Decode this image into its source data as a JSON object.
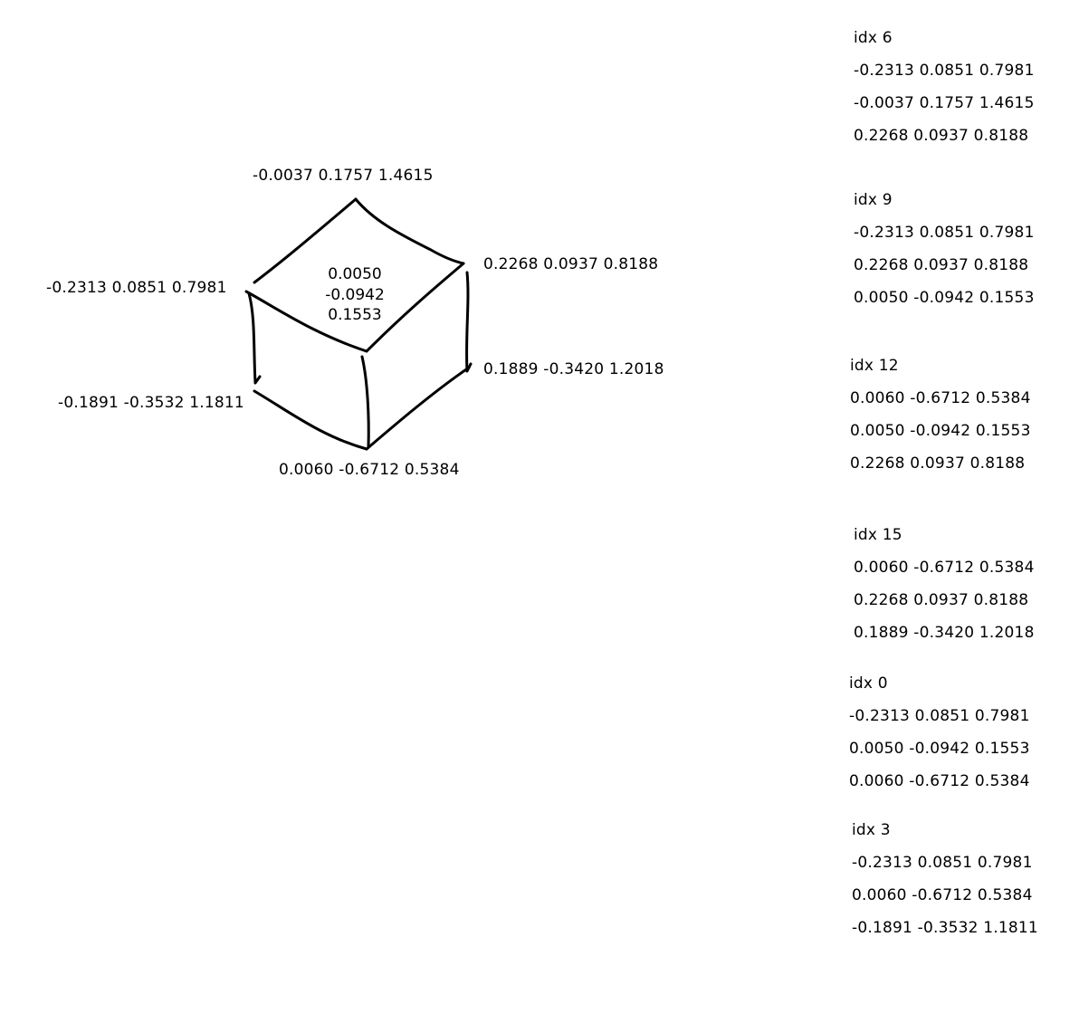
{
  "vertices": {
    "top_back": "-0.0037 0.1757 1.4615",
    "left_top": "-0.2313 0.0851 0.7981",
    "right_top": "0.2268 0.0937 0.8188",
    "right_bottom": "0.1889 -0.3420 1.2018",
    "left_bottom": "-0.1891 -0.3532 1.1811",
    "bottom": "0.0060 -0.6712 0.5384",
    "center": [
      "0.0050",
      "-0.0942",
      "0.1553"
    ]
  },
  "index_groups": [
    {
      "title": "idx 6",
      "rows": [
        "-0.2313 0.0851 0.7981",
        "-0.0037 0.1757 1.4615",
        "0.2268 0.0937 0.8188"
      ]
    },
    {
      "title": "idx 9",
      "rows": [
        "-0.2313 0.0851 0.7981",
        "0.2268 0.0937 0.8188",
        "0.0050 -0.0942 0.1553"
      ]
    },
    {
      "title": "idx 12",
      "rows": [
        "0.0060 -0.6712 0.5384",
        "0.0050 -0.0942 0.1553",
        "0.2268 0.0937 0.8188"
      ]
    },
    {
      "title": "idx 15",
      "rows": [
        "0.0060 -0.6712 0.5384",
        "0.2268 0.0937 0.8188",
        "0.1889 -0.3420 1.2018"
      ]
    },
    {
      "title": "idx 0",
      "rows": [
        "-0.2313 0.0851 0.7981",
        "0.0050 -0.0942 0.1553",
        "0.0060 -0.6712 0.5384"
      ]
    },
    {
      "title": "idx 3",
      "rows": [
        "-0.2313 0.0851 0.7981",
        "0.0060 -0.6712 0.5384",
        "-0.1891 -0.3532 1.1811"
      ]
    }
  ]
}
